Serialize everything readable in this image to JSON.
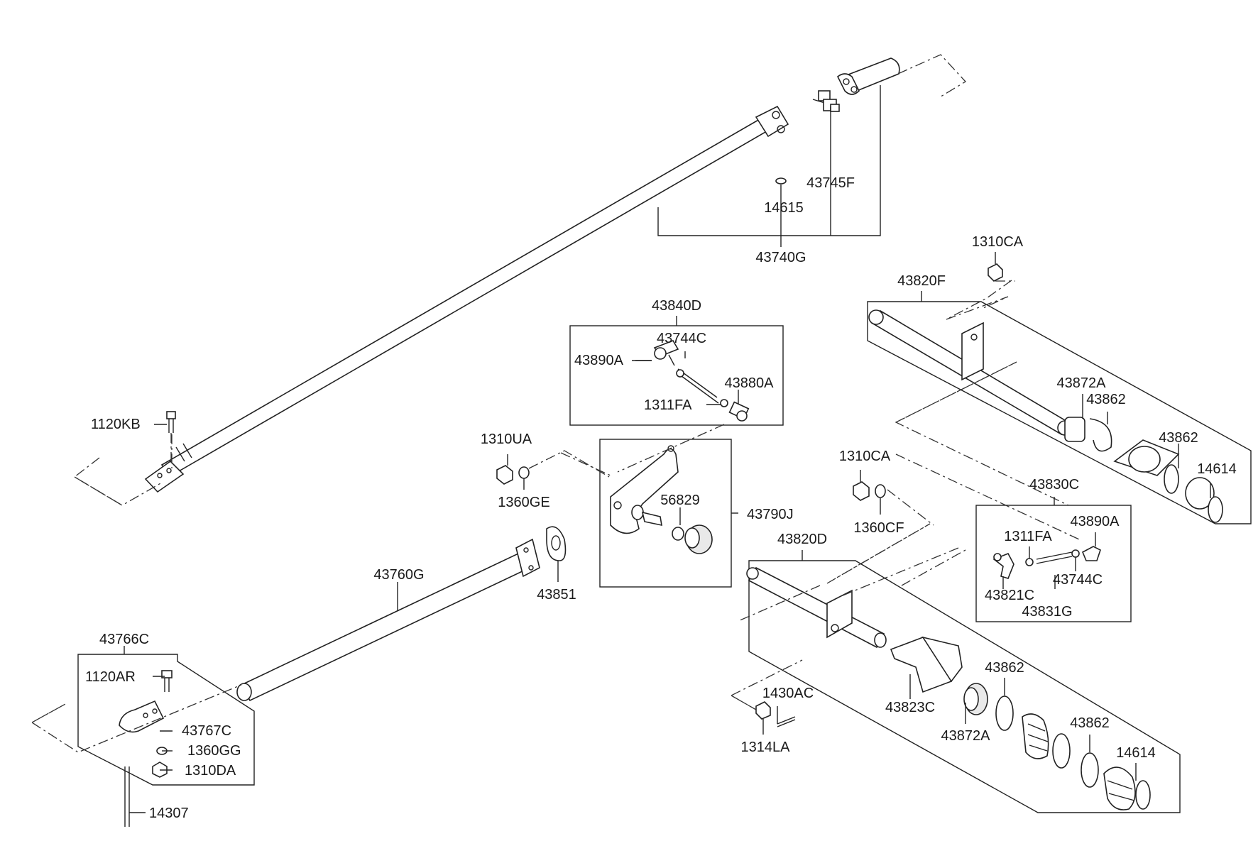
{
  "labels": {
    "p43740G": "43740G",
    "p14615": "14615",
    "p43745F": "43745F",
    "p1310CA_top": "1310CA",
    "p43820F": "43820F",
    "p43840D": "43840D",
    "p43744C_top": "43744C",
    "p43890A_top": "43890A",
    "p43880A": "43880A",
    "p1311FA_top": "1311FA",
    "p1120KB": "1120KB",
    "p1310UA": "1310UA",
    "p1360GE": "1360GE",
    "p56829": "56829",
    "p43790J": "43790J",
    "p43851": "43851",
    "p43760G": "43760G",
    "p43766C": "43766C",
    "p1120AR": "1120AR",
    "p43767C": "43767C",
    "p1360GG": "1360GG",
    "p1310DA": "1310DA",
    "p14307": "14307",
    "p43872A_top": "43872A",
    "p43862_a": "43862",
    "p43862_b": "43862",
    "p14614_top": "14614",
    "p1310CA_mid": "1310CA",
    "p1360CF": "1360CF",
    "p43820D": "43820D",
    "p43830C": "43830C",
    "p43890A_right": "43890A",
    "p1311FA_right": "1311FA",
    "p43821C": "43821C",
    "p43744C_right": "43744C",
    "p43831G": "43831G",
    "p1430AC": "1430AC",
    "p1314LA": "1314LA",
    "p43823C": "43823C",
    "p43862_c": "43862",
    "p43872A_bottom": "43872A",
    "p43862_d": "43862",
    "p14614_bottom": "14614"
  }
}
